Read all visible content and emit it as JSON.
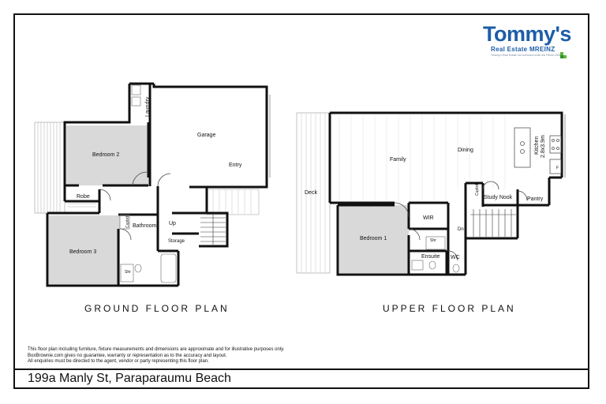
{
  "logo": {
    "name_part1": "Tomm",
    "name_part2": "y's",
    "subtitle": "Real Estate MREINZ",
    "tagline": "Tommy's Real Estate Ltd Licensed under the REAA 2008"
  },
  "ground_floor": {
    "title": "GROUND FLOOR PLAN",
    "rooms": {
      "bedroom2": "Bedroom 2",
      "garage": "Garage",
      "entry": "Entry",
      "laundry": "Laundry",
      "robe": "Robe",
      "bedroom3": "Bedroom 3",
      "cupbd": "Cupbd",
      "bathroom": "Bathroom",
      "up": "Up",
      "storage": "Storage",
      "shr": "Shr"
    }
  },
  "upper_floor": {
    "title": "UPPER FLOOR PLAN",
    "rooms": {
      "family": "Family",
      "dining": "Dining",
      "kitchen": "Kitchen",
      "kitchen_size": "2.8x3.9m",
      "f": "F",
      "deck": "Deck",
      "cupbd": "Cupbd",
      "study_nook": "Study Nook",
      "pantry": "Pantry",
      "bedroom1": "Bedroom 1",
      "wir": "WIR",
      "shr": "Shr",
      "dn": "Dn",
      "ensuite": "Ensuite",
      "wc": "WC"
    }
  },
  "disclaimer": [
    "This floor plan including furniture, fixture measurements and dimensions are approximate and for illustrative purposes only.",
    "BoxBrownie.com gives no guarantee, warranty or representation as to the accuracy and layout.",
    "All enquiries must be directed to the agent, vendor or party representing this floor plan."
  ],
  "address": "199a Manly St, Paraparaumu Beach"
}
